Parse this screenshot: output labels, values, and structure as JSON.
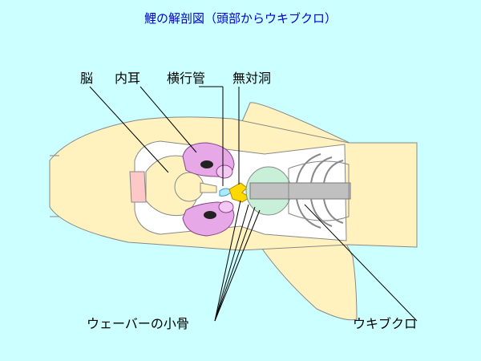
{
  "title": "鯉の解剖図（頭部からウキブクロ）",
  "labels": {
    "brain": "脳",
    "inner_ear": "内耳",
    "transverse_canal": "横行管",
    "sinus_impar": "無対洞",
    "weberian_ossicles": "ウェーバーの小骨",
    "swim_bladder": "ウキブクロ"
  },
  "colors": {
    "background": "#CCFFFF",
    "title": "#0000CC",
    "body": "#FFF2BF",
    "body_cavity": "#FFFFFF",
    "gill": "#FFC8C8",
    "inner_ear": "#E6A8E6",
    "ossicles": "#FFD800",
    "vertebrae": "#C0C0C0",
    "swim_bladder": "#C8F0D8"
  }
}
